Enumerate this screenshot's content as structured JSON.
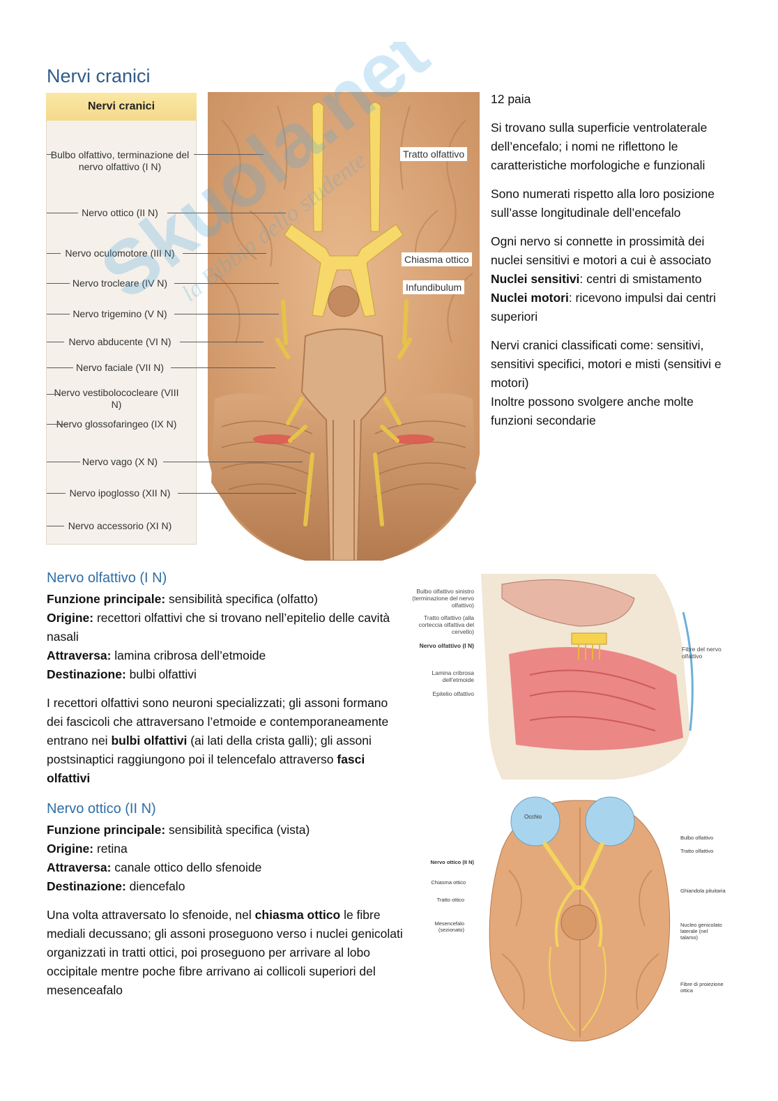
{
  "page_title": "Nervi cranici",
  "figure1": {
    "panel_title": "Nervi cranici",
    "left_labels": [
      "Bulbo olfattivo, terminazione del nervo olfattivo (I N)",
      "Nervo ottico (II N)",
      "Nervo oculomotore (III N)",
      "Nervo trocleare (IV N)",
      "Nervo trigemino (V N)",
      "Nervo abducente (VI N)",
      "Nervo faciale (VII N)",
      "Nervo vestibolococleare (VIII N)",
      "Nervo glossofaringeo (IX N)",
      "Nervo vago (X N)",
      "Nervo ipoglosso (XII N)",
      "Nervo accessorio (XI N)"
    ],
    "right_labels": [
      "Tratto olfattivo",
      "Chiasma ottico",
      "Infundibulum"
    ]
  },
  "intro": {
    "p1": "12 paia",
    "p2": "Si trovano sulla superficie ventrolaterale dell’encefalo; i nomi ne riflettono le caratteristiche morfologiche e funzionali",
    "p3": "Sono numerati rispetto alla loro posizione sull’asse longitudinale dell’encefalo",
    "p4": "Ogni nervo si connette in prossimità dei nuclei sensitivi e motori a cui è associato",
    "p5_bold": "Nuclei sensitivi",
    "p5_rest": ": centri di smistamento",
    "p6_bold": "Nuclei motori",
    "p6_rest": ": ricevono impulsi dai centri superiori",
    "p7": "Nervi cranici classificati come: sensitivi, sensitivi specifici, motori e misti (sensitivi e motori)",
    "p8": "Inoltre possono svolgere anche molte funzioni secondarie"
  },
  "olfattivo": {
    "heading": "Nervo olfattivo (I N)",
    "f_label": "Funzione principale:",
    "f_val": " sensibilità specifica (olfatto)",
    "o_label": "Origine:",
    "o_val": " recettori olfattivi che si trovano nell’epitelio delle cavità nasali",
    "a_label": "Attraversa:",
    "a_val": " lamina cribrosa dell’etmoide",
    "d_label": "Destinazione:",
    "d_val": " bulbi olfattivi",
    "desc_1": "I recettori olfattivi sono neuroni specializzati; gli assoni formano dei fascicoli che attraversano l’etmoide e contemporaneamente entrano nei ",
    "desc_b1": "bulbi olfattivi",
    "desc_2": " (ai lati della crista galli); gli assoni postsinaptici raggiungono poi il telencefalo attraverso ",
    "desc_b2": "fasci olfattivi",
    "fig_labels": [
      "Bulbo olfattivo sinistro (terminazione del nervo olfattivo)",
      "Tratto olfattivo (alla corteccia olfattiva del cervello)",
      "Nervo olfattivo (I N)",
      "Lamina cribrosa dell’etmoide",
      "Epitelio olfattivo",
      "Fibre del nervo olfattivo"
    ]
  },
  "ottico": {
    "heading": "Nervo ottico (II N)",
    "f_label": "Funzione principale:",
    "f_val": " sensibilità specifica (vista)",
    "o_label": "Origine:",
    "o_val": " retina",
    "a_label": "Attraversa:",
    "a_val": " canale ottico dello sfenoide",
    "d_label": "Destinazione:",
    "d_val": " diencefalo",
    "desc_1": "Una volta attraversato lo sfenoide, nel ",
    "desc_b1": "chiasma ottico",
    "desc_2": " le fibre mediali decussano; gli assoni proseguono verso i nuclei genicolati organizzati in tratti ottici, poi proseguono per arrivare al lobo occipitale mentre poche fibre arrivano ai collicoli superiori del mesenceafalo",
    "fig_left": [
      "Nervo ottico (II N)",
      "Chiasma ottico",
      "Tratto ottico",
      "Mesencefalo (sezionato)"
    ],
    "fig_right": [
      "Bulbo olfattivo",
      "Tratto olfattivo",
      "Ghiandola pituitaria",
      "Nucleo genicolato laterale (nel talamo)",
      "Fibre di proiezione ottica"
    ],
    "fig_eye": "Occhio"
  },
  "watermark": {
    "line1": "Skuola.net",
    "line2": "la Bibbia dello studente"
  }
}
